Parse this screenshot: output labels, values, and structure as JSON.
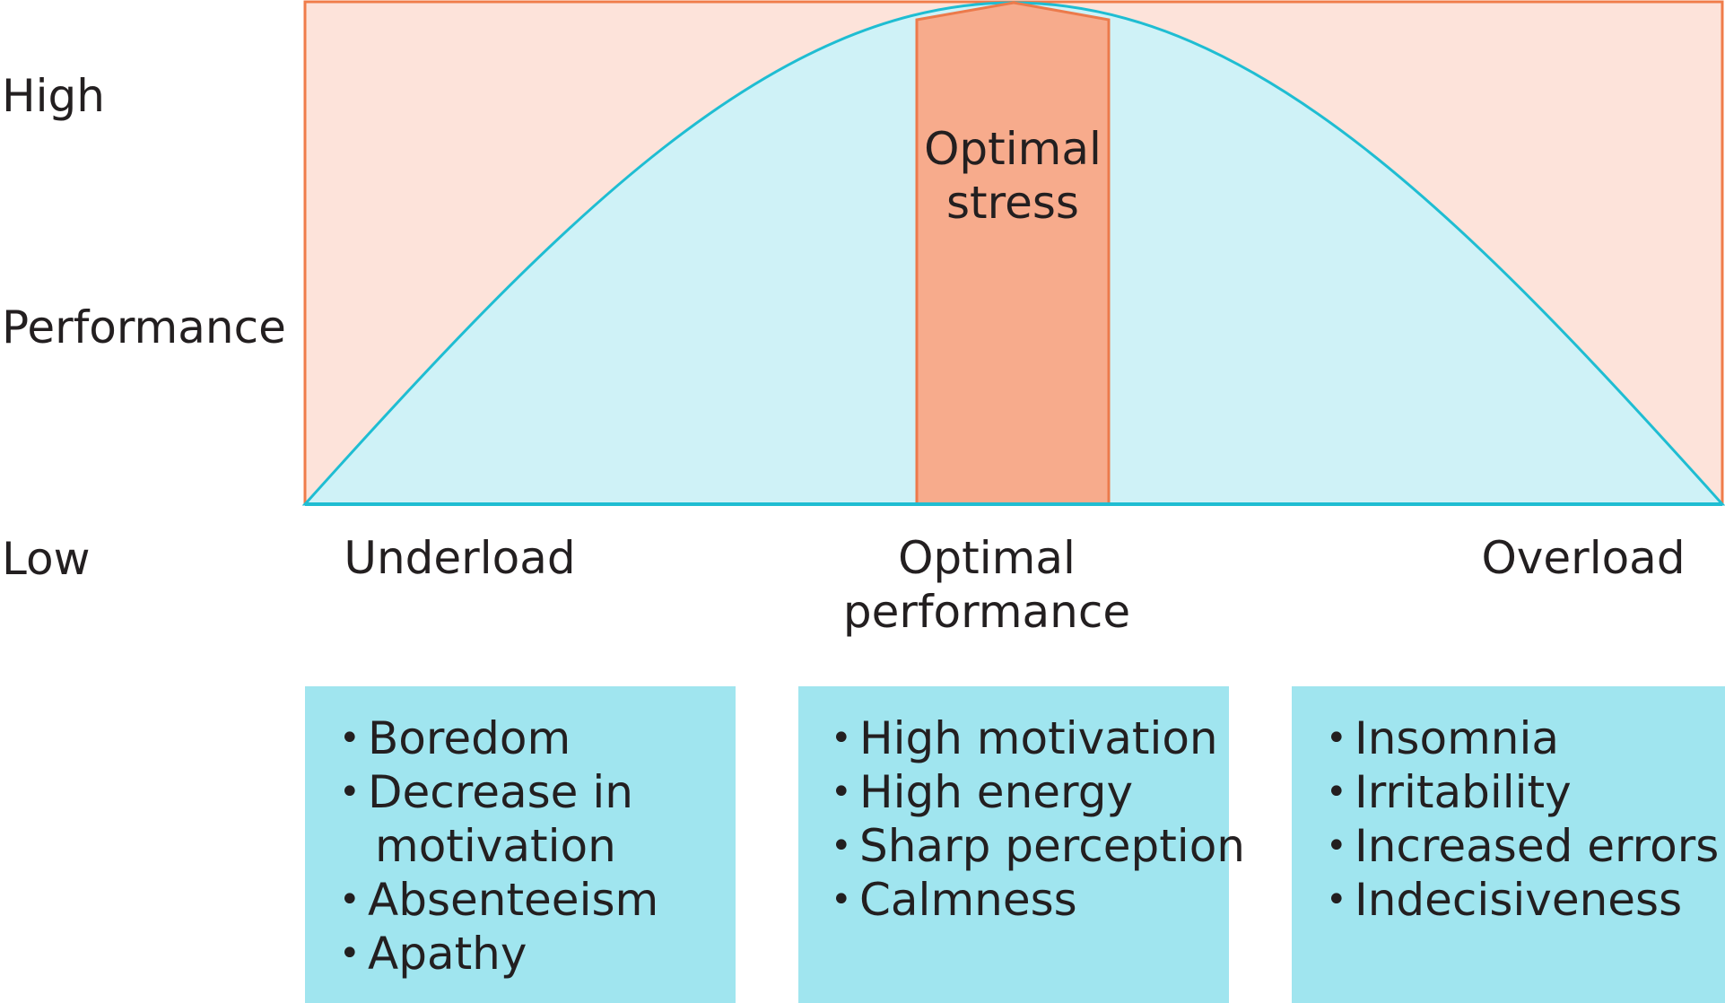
{
  "y_axis": {
    "high_label": "High",
    "title": "Performance",
    "low_label": "Low"
  },
  "stress_column": {
    "label_line1": "Optimal",
    "label_line2": "stress"
  },
  "zones": [
    {
      "label_line1": "Underload",
      "label_line2": ""
    },
    {
      "label_line1": "Optimal",
      "label_line2": "performance"
    },
    {
      "label_line1": "Overload",
      "label_line2": ""
    }
  ],
  "boxes": [
    {
      "items": [
        {
          "text": "Boredom"
        },
        {
          "text": "Decrease in",
          "cont": "motivation"
        },
        {
          "text": "Absenteeism"
        },
        {
          "text": "Apathy"
        }
      ]
    },
    {
      "items": [
        {
          "text": "High motivation"
        },
        {
          "text": "High energy"
        },
        {
          "text": "Sharp perception"
        },
        {
          "text": "Calmness"
        }
      ]
    },
    {
      "items": [
        {
          "text": "Insomnia"
        },
        {
          "text": "Irritability"
        },
        {
          "text": "Increased errors"
        },
        {
          "text": "Indecisiveness"
        }
      ]
    }
  ],
  "bullet": "•",
  "colors": {
    "background_zone": "#fde3da",
    "background_border": "#f07c4a",
    "curve_fill": "#cff2f7",
    "curve_stroke": "#1fbdd2",
    "stress_fill": "#f7ab8c",
    "stress_stroke": "#ec7a4b",
    "box_fill": "#a0e5ef",
    "text": "#231f20"
  }
}
